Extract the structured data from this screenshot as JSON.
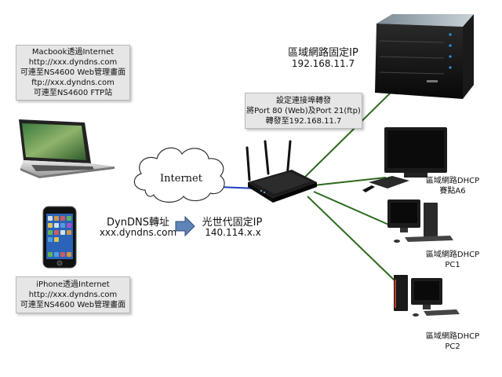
{
  "macbook_note": {
    "lines": [
      "Macbook透過Internet",
      "http://xxx.dyndns.com",
      "可連至NS4600 Web管理畫面",
      "ftp://xxx.dyndns.com",
      "可連至NS4600 FTP站"
    ]
  },
  "iphone_note": {
    "lines": [
      "iPhone透過Internet",
      "http://xxx.dyndns.com",
      "可連至NS4600 Web管理畫面"
    ]
  },
  "nas": {
    "title": "區域網路固定IP",
    "ip": "192.168.11.7"
  },
  "port_forward": {
    "lines": [
      "設定連接埠轉發",
      "將Port 80 (Web)及Port 21(ftp)",
      "轉發至192.168.11.7"
    ]
  },
  "internet_cloud": {
    "label": "Internet"
  },
  "dyndns": {
    "title": "DynDNS轉址",
    "host": "xxx.dyndns.com"
  },
  "router": {
    "title": "光世代固定IP",
    "ip": "140.114.x.x"
  },
  "clients": [
    {
      "line1": "區域網路DHCP",
      "line2": "賽點A6"
    },
    {
      "line1": "區域網路DHCP",
      "line2": "PC1"
    },
    {
      "line1": "區域網路DHCP",
      "line2": "PC2"
    }
  ],
  "colors": {
    "lan_line": "#2d6a1e",
    "wan_line": "#1f3fbf",
    "arrow_fill": "#5f84b8",
    "note_bg": "#e6e6e6"
  }
}
